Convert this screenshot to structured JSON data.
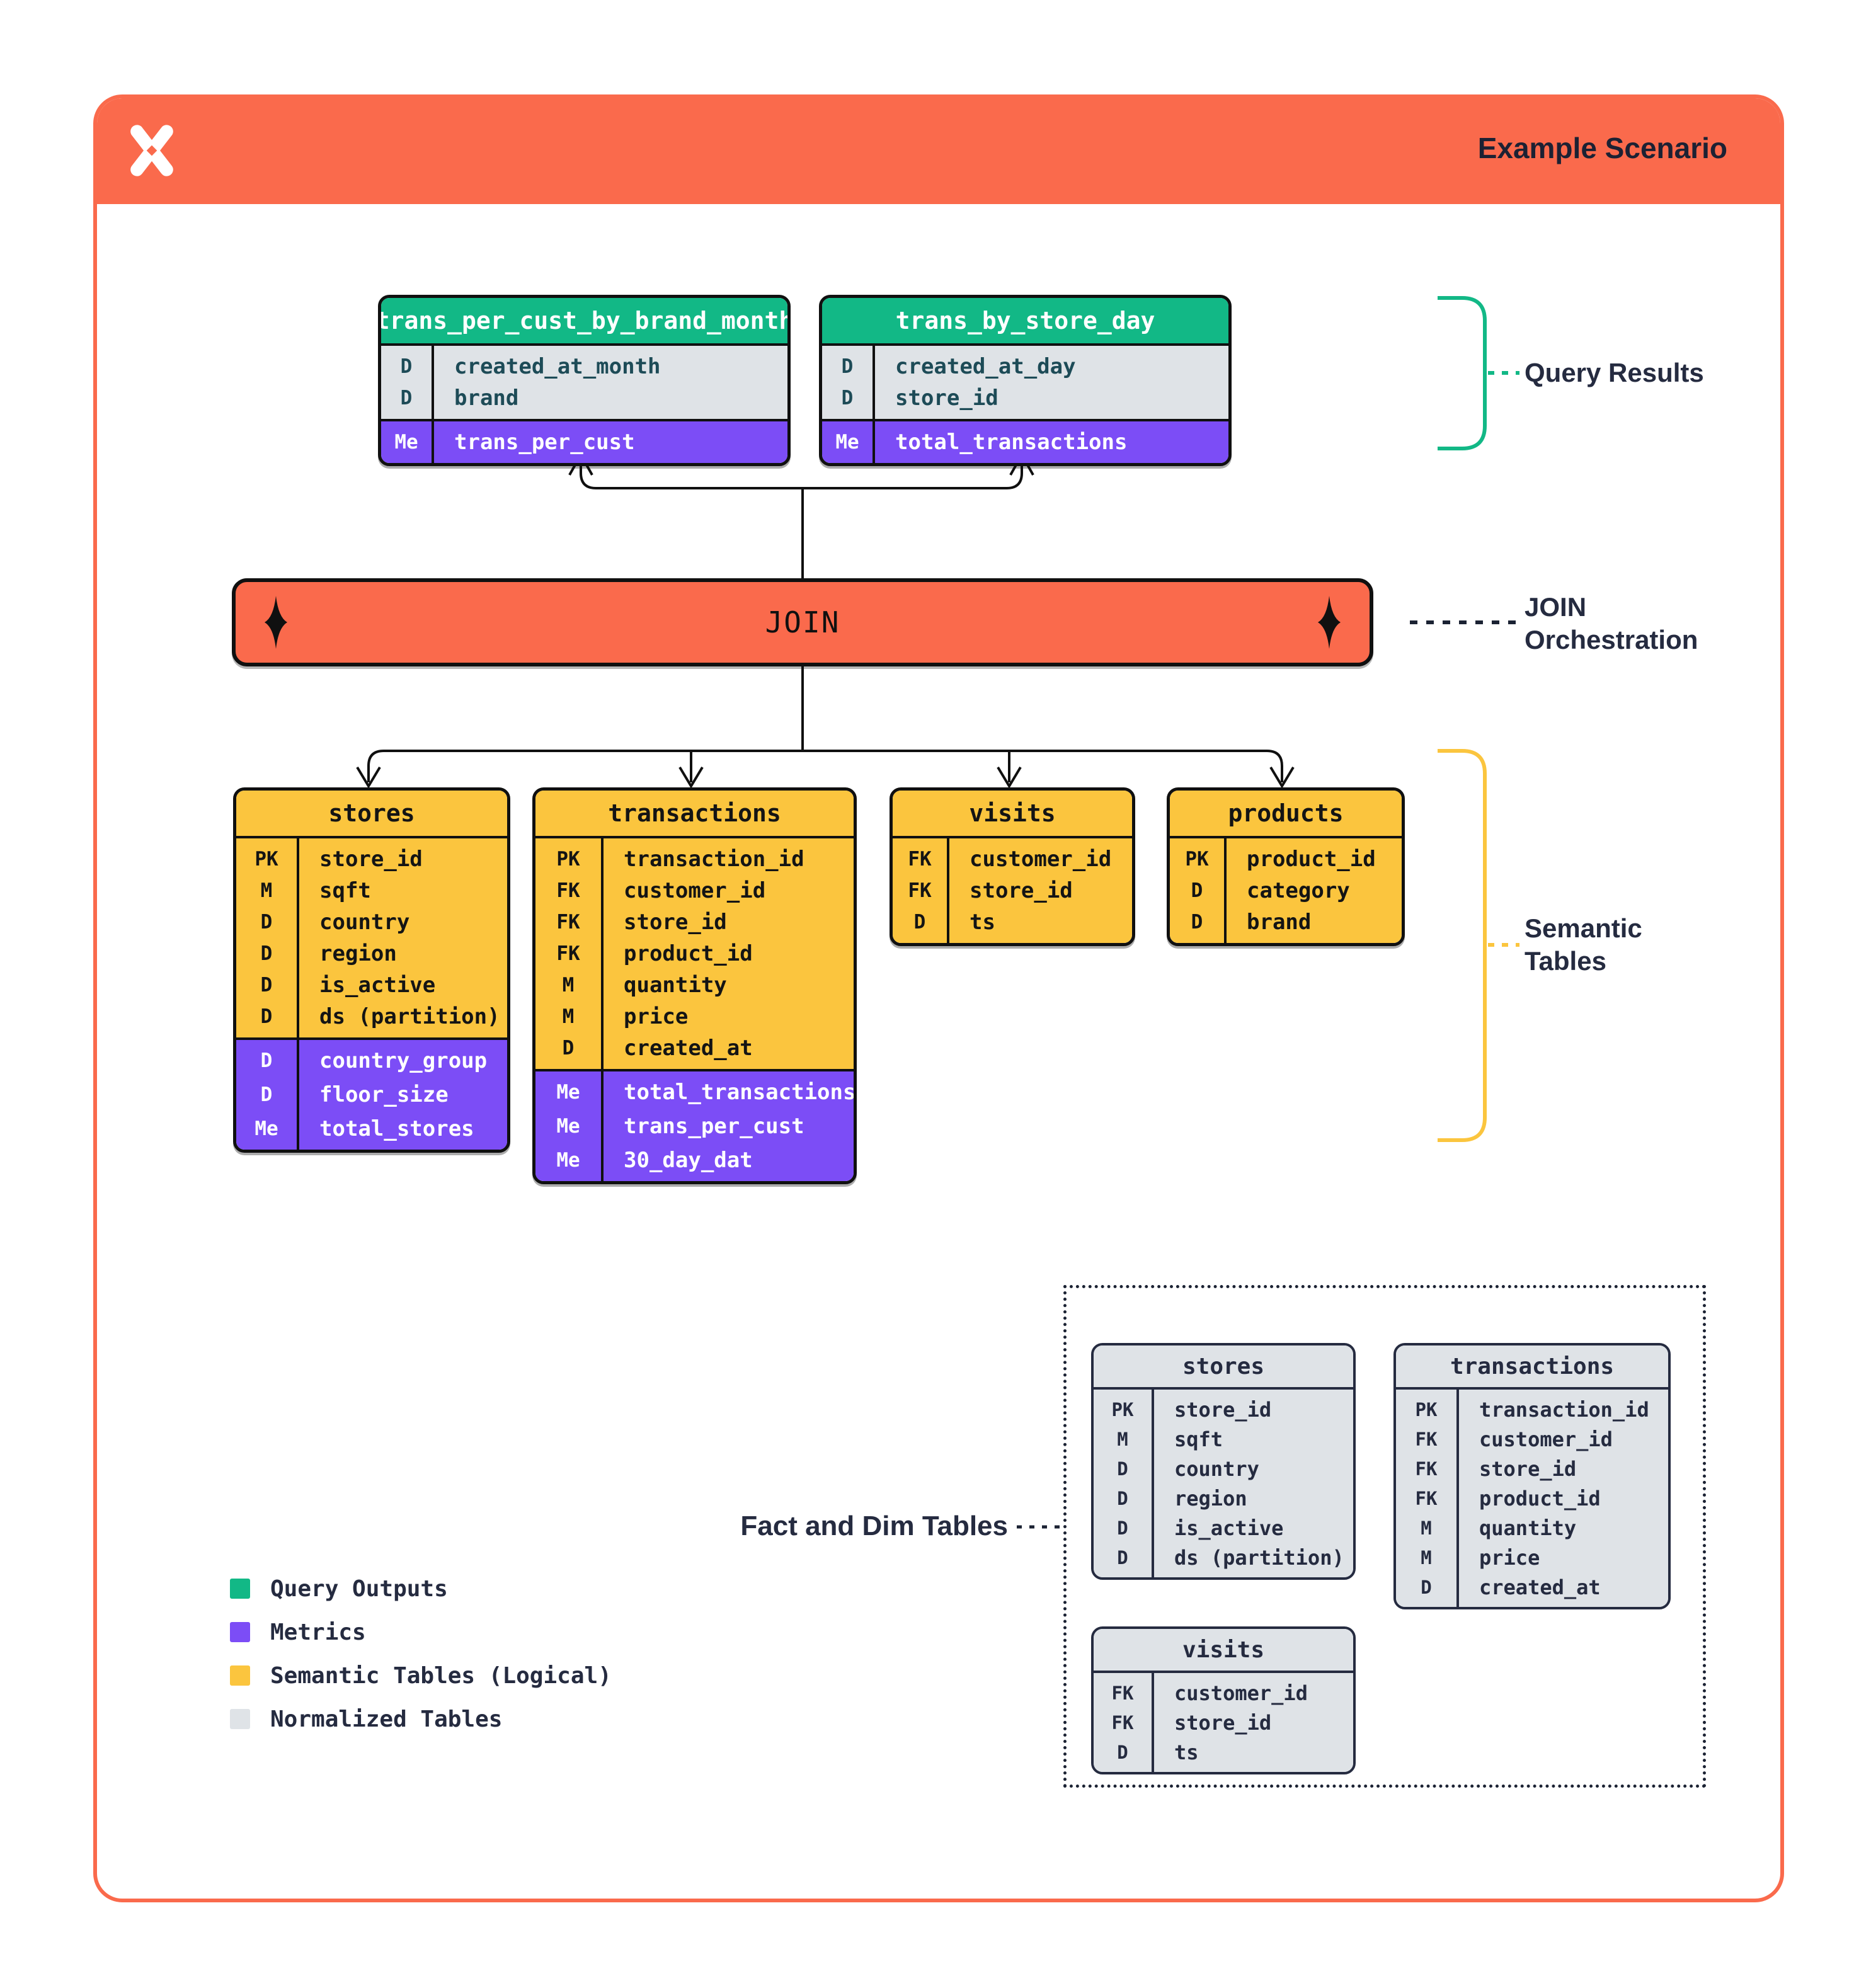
{
  "header": {
    "title": "Example Scenario"
  },
  "join": {
    "label": "JOIN"
  },
  "labels": {
    "query_results": "Query Results",
    "join_orchestration_line1": "JOIN",
    "join_orchestration_line2": "Orchestration",
    "semantic_line1": "Semantic",
    "semantic_line2": "Tables",
    "fact_dim": "Fact and Dim Tables"
  },
  "tables": {
    "q1": {
      "name": "trans_per_cust_by_brand_month",
      "theme": "green",
      "sections": [
        {
          "type": "body",
          "rows": [
            [
              "D",
              "created_at_month"
            ],
            [
              "D",
              "brand"
            ]
          ]
        },
        {
          "type": "metrics",
          "rows": [
            [
              "Me",
              "trans_per_cust"
            ]
          ]
        }
      ]
    },
    "q2": {
      "name": "trans_by_store_day",
      "theme": "green",
      "sections": [
        {
          "type": "body",
          "rows": [
            [
              "D",
              "created_at_day"
            ],
            [
              "D",
              "store_id"
            ]
          ]
        },
        {
          "type": "metrics",
          "rows": [
            [
              "Me",
              "total_transactions"
            ]
          ]
        }
      ]
    },
    "s_stores": {
      "name": "stores",
      "theme": "yellow",
      "sections": [
        {
          "type": "body",
          "rows": [
            [
              "PK",
              "store_id"
            ],
            [
              "M",
              "sqft"
            ],
            [
              "D",
              "country"
            ],
            [
              "D",
              "region"
            ],
            [
              "D",
              "is_active"
            ],
            [
              "D",
              "ds (partition)"
            ]
          ]
        },
        {
          "type": "metrics",
          "rows": [
            [
              "D",
              "country_group"
            ],
            [
              "D",
              "floor_size"
            ],
            [
              "Me",
              "total_stores"
            ]
          ]
        }
      ]
    },
    "s_transactions": {
      "name": "transactions",
      "theme": "yellow",
      "sections": [
        {
          "type": "body",
          "rows": [
            [
              "PK",
              "transaction_id"
            ],
            [
              "FK",
              "customer_id"
            ],
            [
              "FK",
              "store_id"
            ],
            [
              "FK",
              "product_id"
            ],
            [
              "M",
              "quantity"
            ],
            [
              "M",
              "price"
            ],
            [
              "D",
              "created_at"
            ]
          ]
        },
        {
          "type": "metrics",
          "rows": [
            [
              "Me",
              "total_transactions"
            ],
            [
              "Me",
              "trans_per_cust"
            ],
            [
              "Me",
              "30_day_dat"
            ]
          ]
        }
      ]
    },
    "s_visits": {
      "name": "visits",
      "theme": "yellow",
      "sections": [
        {
          "type": "body",
          "rows": [
            [
              "FK",
              "customer_id"
            ],
            [
              "FK",
              "store_id"
            ],
            [
              "D",
              "ts"
            ]
          ]
        }
      ]
    },
    "s_products": {
      "name": "products",
      "theme": "yellow",
      "sections": [
        {
          "type": "body",
          "rows": [
            [
              "PK",
              "product_id"
            ],
            [
              "D",
              "category"
            ],
            [
              "D",
              "brand"
            ]
          ]
        }
      ]
    },
    "n_stores": {
      "name": "stores",
      "theme": "gray",
      "sections": [
        {
          "type": "body",
          "rows": [
            [
              "PK",
              "store_id"
            ],
            [
              "M",
              "sqft"
            ],
            [
              "D",
              "country"
            ],
            [
              "D",
              "region"
            ],
            [
              "D",
              "is_active"
            ],
            [
              "D",
              "ds (partition)"
            ]
          ]
        }
      ]
    },
    "n_transactions": {
      "name": "transactions",
      "theme": "gray",
      "sections": [
        {
          "type": "body",
          "rows": [
            [
              "PK",
              "transaction_id"
            ],
            [
              "FK",
              "customer_id"
            ],
            [
              "FK",
              "store_id"
            ],
            [
              "FK",
              "product_id"
            ],
            [
              "M",
              "quantity"
            ],
            [
              "M",
              "price"
            ],
            [
              "D",
              "created_at"
            ]
          ]
        }
      ]
    },
    "n_visits": {
      "name": "visits",
      "theme": "gray",
      "sections": [
        {
          "type": "body",
          "rows": [
            [
              "FK",
              "customer_id"
            ],
            [
              "FK",
              "store_id"
            ],
            [
              "D",
              "ts"
            ]
          ]
        }
      ]
    }
  },
  "legend": {
    "items": [
      {
        "label": "Query Outputs",
        "color": "#12B886"
      },
      {
        "label": "Metrics",
        "color": "#7C4DF6"
      },
      {
        "label": "Semantic Tables (Logical)",
        "color": "#FBC53E"
      },
      {
        "label": "Normalized Tables",
        "color": "#DFE3E7"
      }
    ]
  },
  "colors": {
    "orange": "#FA6A4C",
    "green": "#12B886",
    "purple": "#7C4DF6",
    "yellow": "#FBC53E",
    "table_gray": "#DFE3E7",
    "navy": "#252B40"
  }
}
